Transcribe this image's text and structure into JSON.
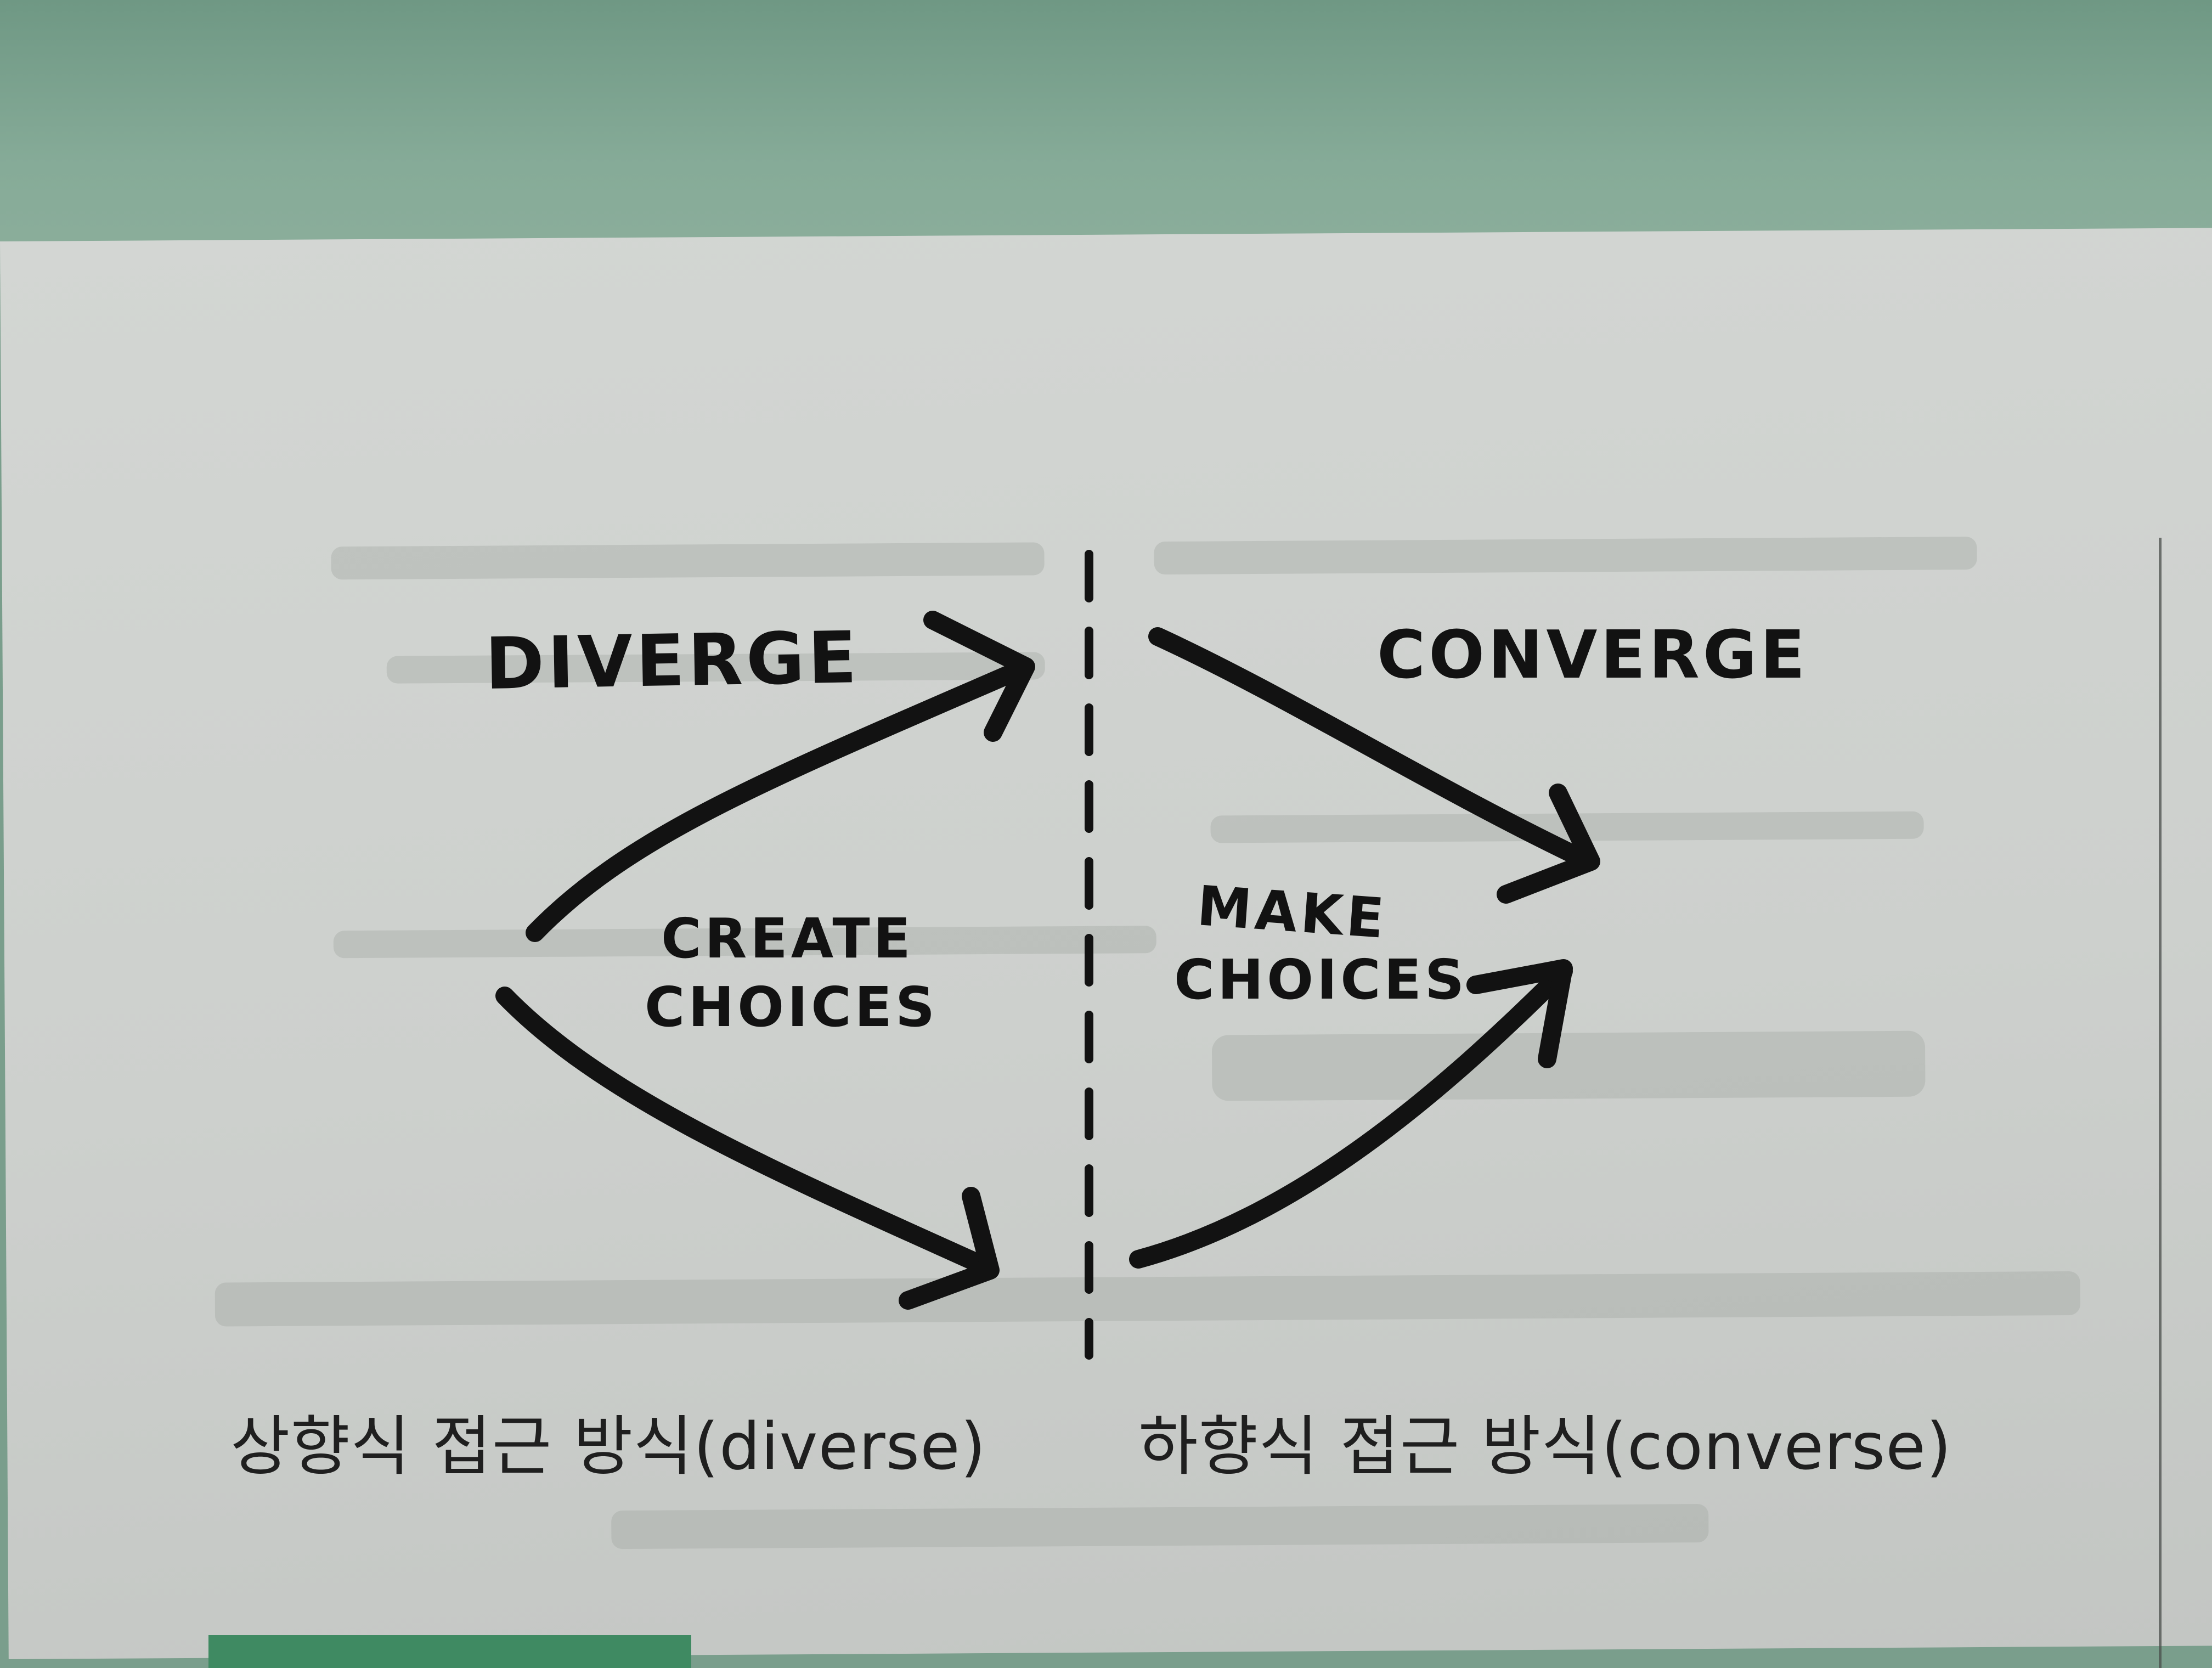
{
  "diagram": {
    "labels": {
      "diverge": "DIVERGE",
      "converge": "CONVERGE",
      "create_choices_line1": "CREATE",
      "create_choices_line2": "CHOICES",
      "make_choices_line1": "MAKE",
      "make_choices_line2": "CHOICES"
    }
  },
  "captions": {
    "left": "상향식 접근 방식(diverse)",
    "right": "하향식 접근 방식(converse)"
  },
  "colors": {
    "ink": "#121212",
    "paper": "#d0d3d0",
    "background_green": "#7a9e8c",
    "tab_green": "#3f8a62"
  }
}
